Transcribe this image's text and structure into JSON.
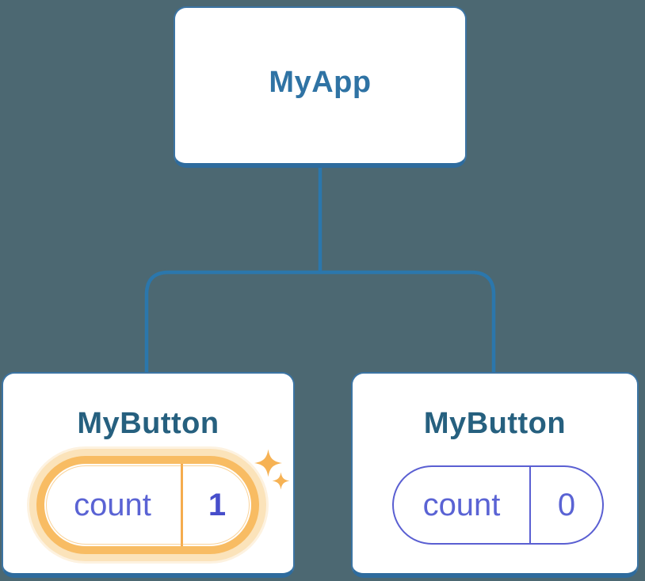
{
  "diagram": {
    "type": "component-tree",
    "root": {
      "label": "MyApp"
    },
    "children": [
      {
        "label": "MyButton",
        "state": {
          "name": "count",
          "value": "1"
        },
        "highlighted": true
      },
      {
        "label": "MyButton",
        "state": {
          "name": "count",
          "value": "0"
        },
        "highlighted": false
      }
    ]
  },
  "icons": {
    "sparkle_large": "sparkle-icon",
    "sparkle_small": "sparkle-icon"
  },
  "colors": {
    "background": "#4C6872",
    "connector_blue": "#2B77AC",
    "card_border_blue": "#3C74A3",
    "card_border_bottom_blue": "#2E6B9D",
    "root_title_blue": "#2F73A4",
    "child_title_blue": "#26607F",
    "state_indigo": "#5A63D4",
    "state_value_bold_indigo": "#474ECB",
    "highlight_orange": "#F8BC63",
    "highlight_halo_orange": "#FBE3BA",
    "sparkle_orange": "#F6B254"
  }
}
